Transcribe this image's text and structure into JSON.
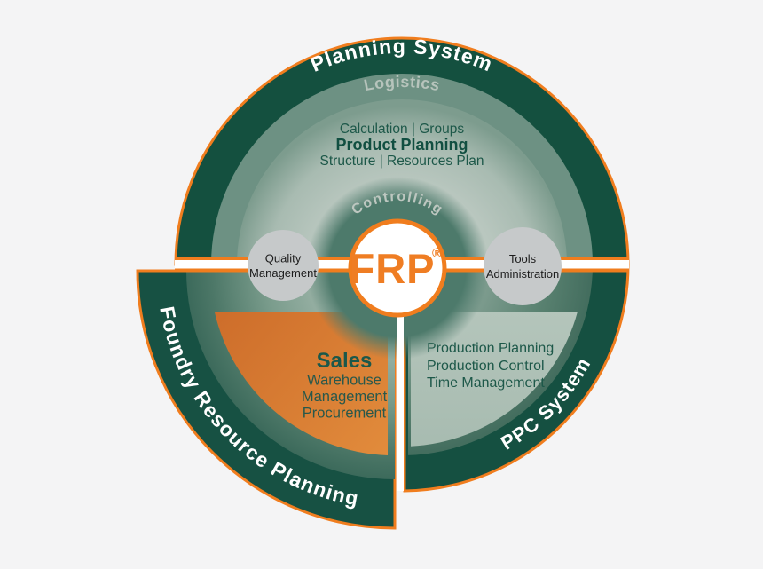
{
  "diagram": {
    "center": {
      "label": "FRP",
      "registered": "®"
    },
    "top_section": {
      "ring_label": "Planning System",
      "inner_ring_label": "Logistics",
      "lines": [
        "Calculation  |  Groups",
        "Product Planning",
        "Structure  |  Resources Plan"
      ]
    },
    "controlling_label": "Controlling",
    "left_node": {
      "line1": "Quality",
      "line2": "Management"
    },
    "right_node": {
      "line1": "Tools",
      "line2": "Administration"
    },
    "bottom_left_section": {
      "ring_label": "Foundry Resource Planning",
      "sector_title": "Sales",
      "sector_lines": [
        "Warehouse",
        "Management",
        "Procurement"
      ]
    },
    "bottom_right_section": {
      "ring_label": "PPC System",
      "lines": [
        "Production Planning",
        "Production Control",
        "Time Management"
      ]
    },
    "colors": {
      "orange_accent": "#f07d1e",
      "frp_orange": "#ef7d23",
      "dark_green_ring": "#14503f",
      "teal_inner": "#4d7a6b",
      "sage_panel": "#b0c2b8",
      "orange_sector": "#d6762f",
      "node_gray": "#c6c9ca",
      "text_green": "#1d5849",
      "background": "#f4f4f5"
    }
  }
}
